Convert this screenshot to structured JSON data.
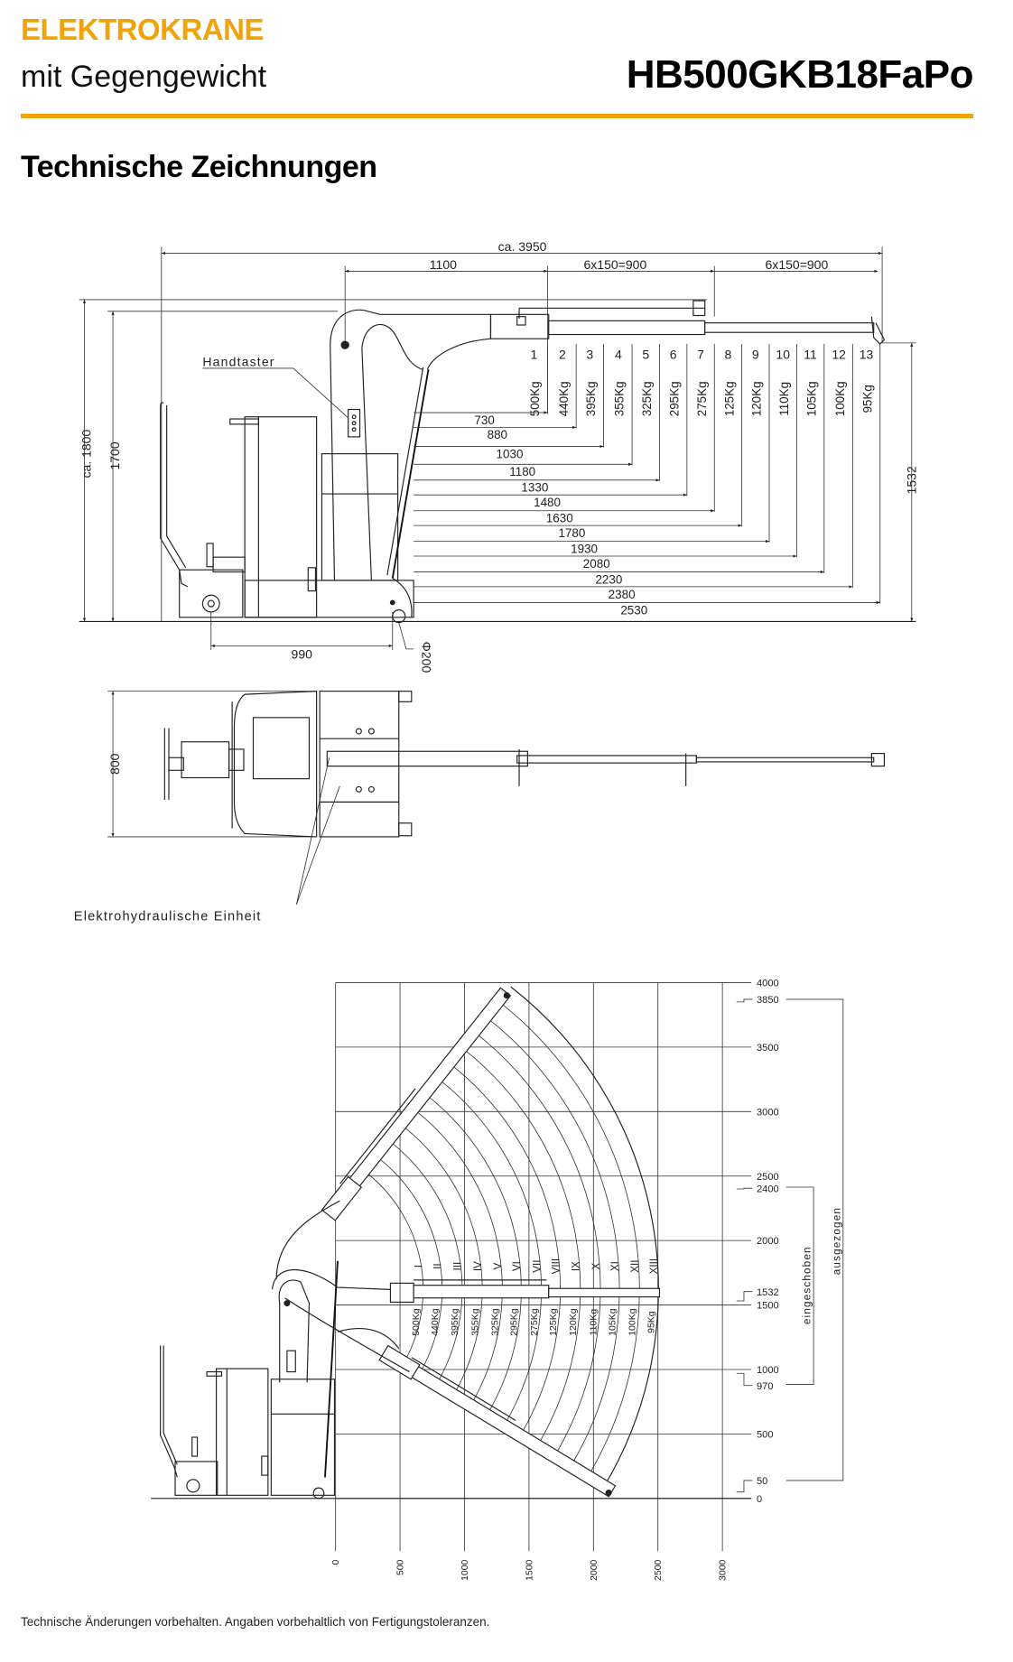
{
  "header": {
    "category": "ELEKTROKRANE",
    "subtitle": "mit Gegengewicht",
    "model": "HB500GKB18FaPo",
    "accent_color": "#f0a30a"
  },
  "section_title": "Technische Zeichnungen",
  "side_view": {
    "total_length": "ca. 3950",
    "base_to_boom": "1100",
    "extension_1": "6x150=900",
    "extension_2": "6x150=900",
    "height_total": "ca. 1800",
    "height_boom": "1700",
    "hook_height": "1532",
    "wheelbase": "990",
    "wheel": "Φ200",
    "handtaster_label": "Handtaster",
    "stations": [
      {
        "n": "1",
        "load": "500Kg",
        "reach": "730"
      },
      {
        "n": "2",
        "load": "440Kg",
        "reach": "880"
      },
      {
        "n": "3",
        "load": "395Kg",
        "reach": "1030"
      },
      {
        "n": "4",
        "load": "355Kg",
        "reach": "1180"
      },
      {
        "n": "5",
        "load": "325Kg",
        "reach": "1330"
      },
      {
        "n": "6",
        "load": "295Kg",
        "reach": "1480"
      },
      {
        "n": "7",
        "load": "275Kg",
        "reach": "1630"
      },
      {
        "n": "8",
        "load": "125Kg",
        "reach": "1780"
      },
      {
        "n": "9",
        "load": "120Kg",
        "reach": "1930"
      },
      {
        "n": "10",
        "load": "110Kg",
        "reach": "2080"
      },
      {
        "n": "11",
        "load": "105Kg",
        "reach": "2230"
      },
      {
        "n": "12",
        "load": "100Kg",
        "reach": "2380"
      },
      {
        "n": "13",
        "load": "95Kg",
        "reach": "2530"
      }
    ]
  },
  "top_view": {
    "width": "800",
    "unit_label": "Elektrohydraulische Einheit"
  },
  "lift_diagram": {
    "x_ticks": [
      "0",
      "500",
      "1000",
      "1500",
      "2000",
      "2500",
      "3000"
    ],
    "x_range": [
      0,
      3000
    ],
    "y_range": [
      0,
      4000
    ],
    "y_ticks": [
      "4000",
      "3850",
      "3500",
      "3000",
      "2500",
      "2400",
      "2000",
      "1532",
      "1500",
      "1000",
      "970",
      "500",
      "50",
      "0"
    ],
    "grid": true,
    "retracted_label": "eingeschoben",
    "extended_label": "ausgezogen",
    "positions": [
      {
        "label": "I",
        "load": "500Kg"
      },
      {
        "label": "II",
        "load": "440Kg"
      },
      {
        "label": "III",
        "load": "395Kg"
      },
      {
        "label": "IV",
        "load": "355Kg"
      },
      {
        "label": "V",
        "load": "325Kg"
      },
      {
        "label": "VI",
        "load": "295Kg"
      },
      {
        "label": "VII",
        "load": "275Kg"
      },
      {
        "label": "VIII",
        "load": "125Kg"
      },
      {
        "label": "IX",
        "load": "120Kg"
      },
      {
        "label": "X",
        "load": "110Kg"
      },
      {
        "label": "XI",
        "load": "105Kg"
      },
      {
        "label": "XII",
        "load": "100Kg"
      },
      {
        "label": "XIII",
        "load": "95Kg"
      }
    ]
  },
  "footer": "Technische Änderungen vorbehalten. Angaben vorbehaltlich von Fertigungstoleranzen."
}
